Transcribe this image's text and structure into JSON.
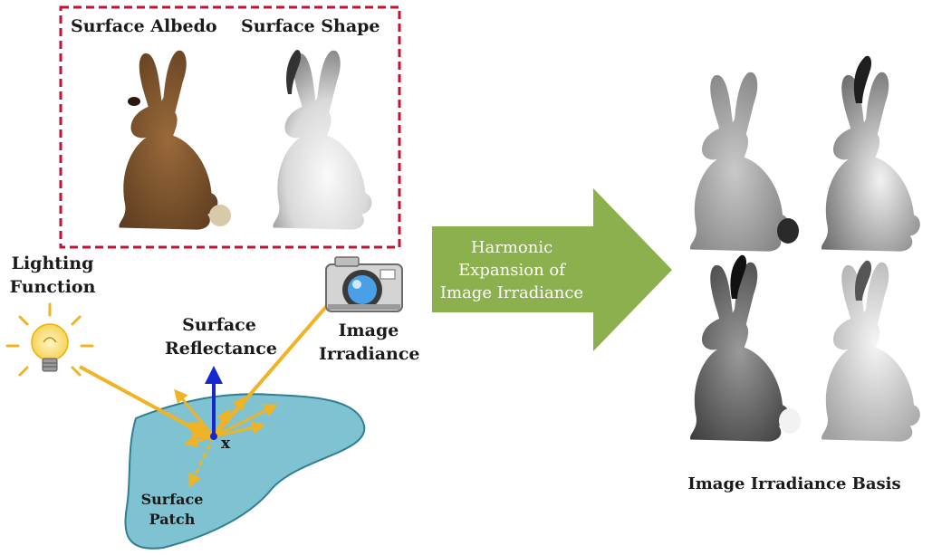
{
  "labels": {
    "surface_albedo": "Surface Albedo",
    "surface_shape": "Surface Shape",
    "lighting_function_1": "Lighting",
    "lighting_function_2": "Function",
    "surface_reflectance_1": "Surface",
    "surface_reflectance_2": "Reflectance",
    "image_irradiance_1": "Image",
    "image_irradiance_2": "Irradiance",
    "point": "x",
    "surface_patch_1": "Surface",
    "surface_patch_2": "Patch",
    "arrow_1": "Harmonic",
    "arrow_2": "Expansion of",
    "arrow_3": "Image Irradiance",
    "basis_caption": "Image Irradiance Basis"
  },
  "colors": {
    "dashed_box": "#c8102e",
    "light_ray": "#f0b323",
    "normal_vector": "#1428d2",
    "patch_fill": "#7fc3d2",
    "big_arrow": "#8db04e",
    "albedo_bunny": "#7a5230"
  },
  "icons": [
    "light-bulb-icon",
    "camera-icon"
  ]
}
